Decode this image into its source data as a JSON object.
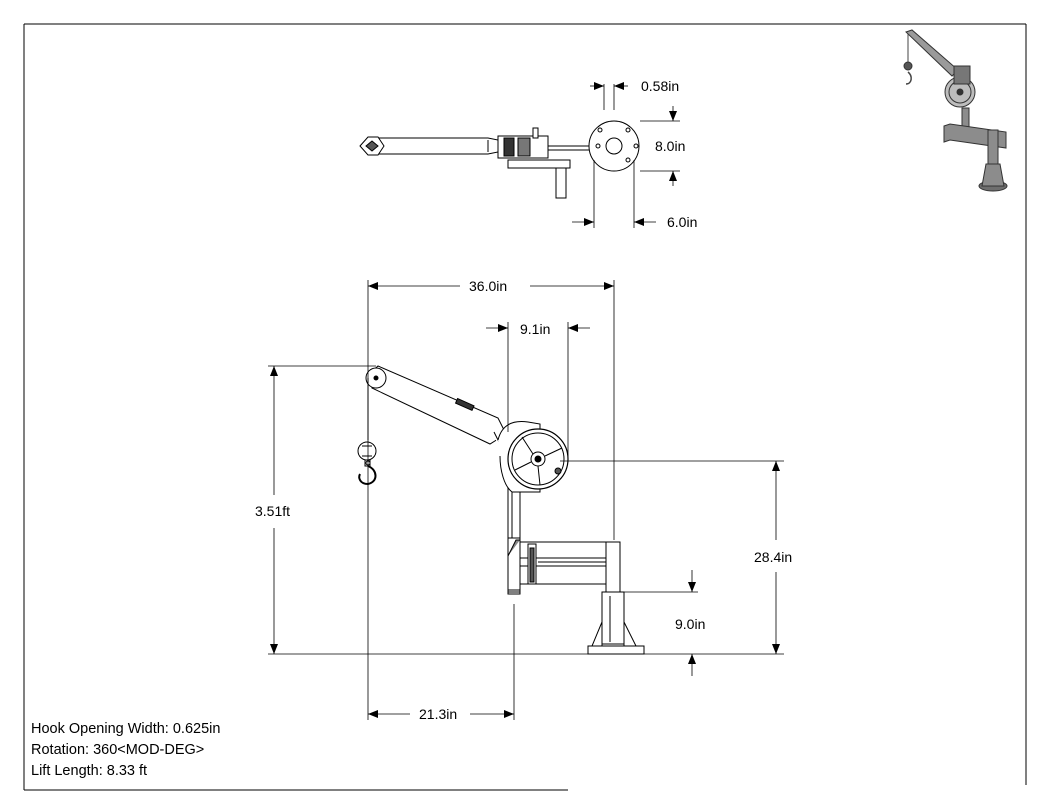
{
  "dimensions": {
    "top_arm_offset": "0.58in",
    "top_plate_diameter": "8.0in",
    "top_bolt_spacing": "6.0in",
    "overall_reach": "36.0in",
    "drum_offset": "9.1in",
    "overall_height": "3.51ft",
    "drum_center_height": "28.4in",
    "base_height": "9.0in",
    "hook_to_mast": "21.3in"
  },
  "specs": {
    "hook_opening": "Hook Opening Width: 0.625in",
    "rotation": "Rotation: 360<MOD-DEG>",
    "lift_length": "Lift Length: 8.33 ft"
  }
}
